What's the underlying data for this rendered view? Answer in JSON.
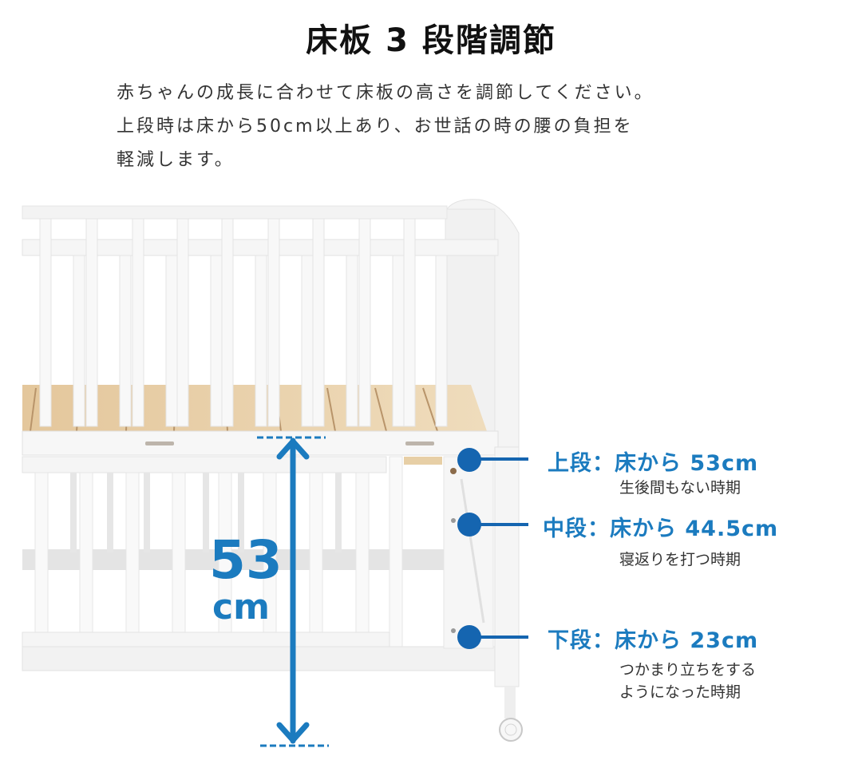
{
  "title": "床板 3 段階調節",
  "description": {
    "lines": [
      "赤ちゃんの成長に合わせて床板の高さを調節してください。",
      "上段時は床から50cm以上あり、お世話の時の腰の負担を",
      "軽減します。"
    ]
  },
  "measurement": {
    "value": "53",
    "unit": "cm"
  },
  "levels": [
    {
      "label": "上段：床から 53cm",
      "note_lines": [
        "生後間もない時期"
      ]
    },
    {
      "label": "中段：床から 44.5cm",
      "note_lines": [
        "寝返りを打つ時期"
      ]
    },
    {
      "label": "下段：床から 23cm",
      "note_lines": [
        "つかまり立ちをする",
        "ようになった時期"
      ]
    }
  ],
  "colors": {
    "accent_blue": "#1b7bbf",
    "marker_blue": "#1565b0",
    "wood": "#e9d3ae",
    "crib_white": "#f7f7f7"
  },
  "icons": [
    "crib-illustration",
    "double-arrow-icon",
    "level-marker-dot"
  ]
}
